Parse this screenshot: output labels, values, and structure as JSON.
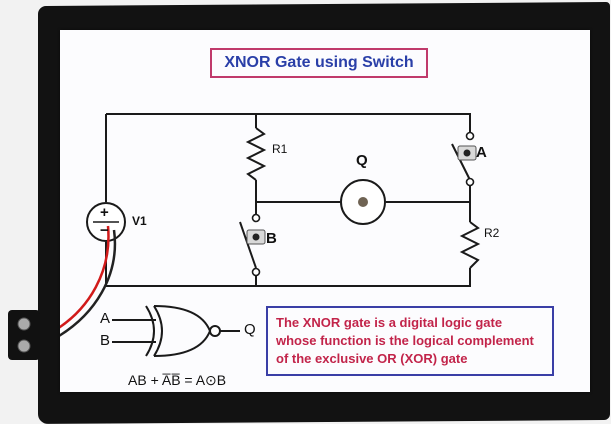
{
  "poster": {
    "title": "XNOR Gate using Switch",
    "labels": {
      "r1": "R1",
      "r2": "R2",
      "v1": "V1",
      "q": "Q",
      "switch_a": "A",
      "switch_b": "B",
      "gate_in_a": "A",
      "gate_in_b": "B",
      "gate_out": "Q",
      "plus": "+",
      "minus": "−"
    },
    "formula": "AB + A̅B̅ = A⊙B",
    "description": [
      "The XNOR gate  is a digital logic gate",
      "whose function is the logical complement",
      "of the exclusive OR (XOR) gate"
    ]
  },
  "colors": {
    "title_text": "#2a3fa8",
    "title_border": "#c03a6b",
    "description_text": "#c2244a",
    "description_border": "#3a3fa6",
    "board": "#121212",
    "wire_red": "#d11a1a"
  }
}
